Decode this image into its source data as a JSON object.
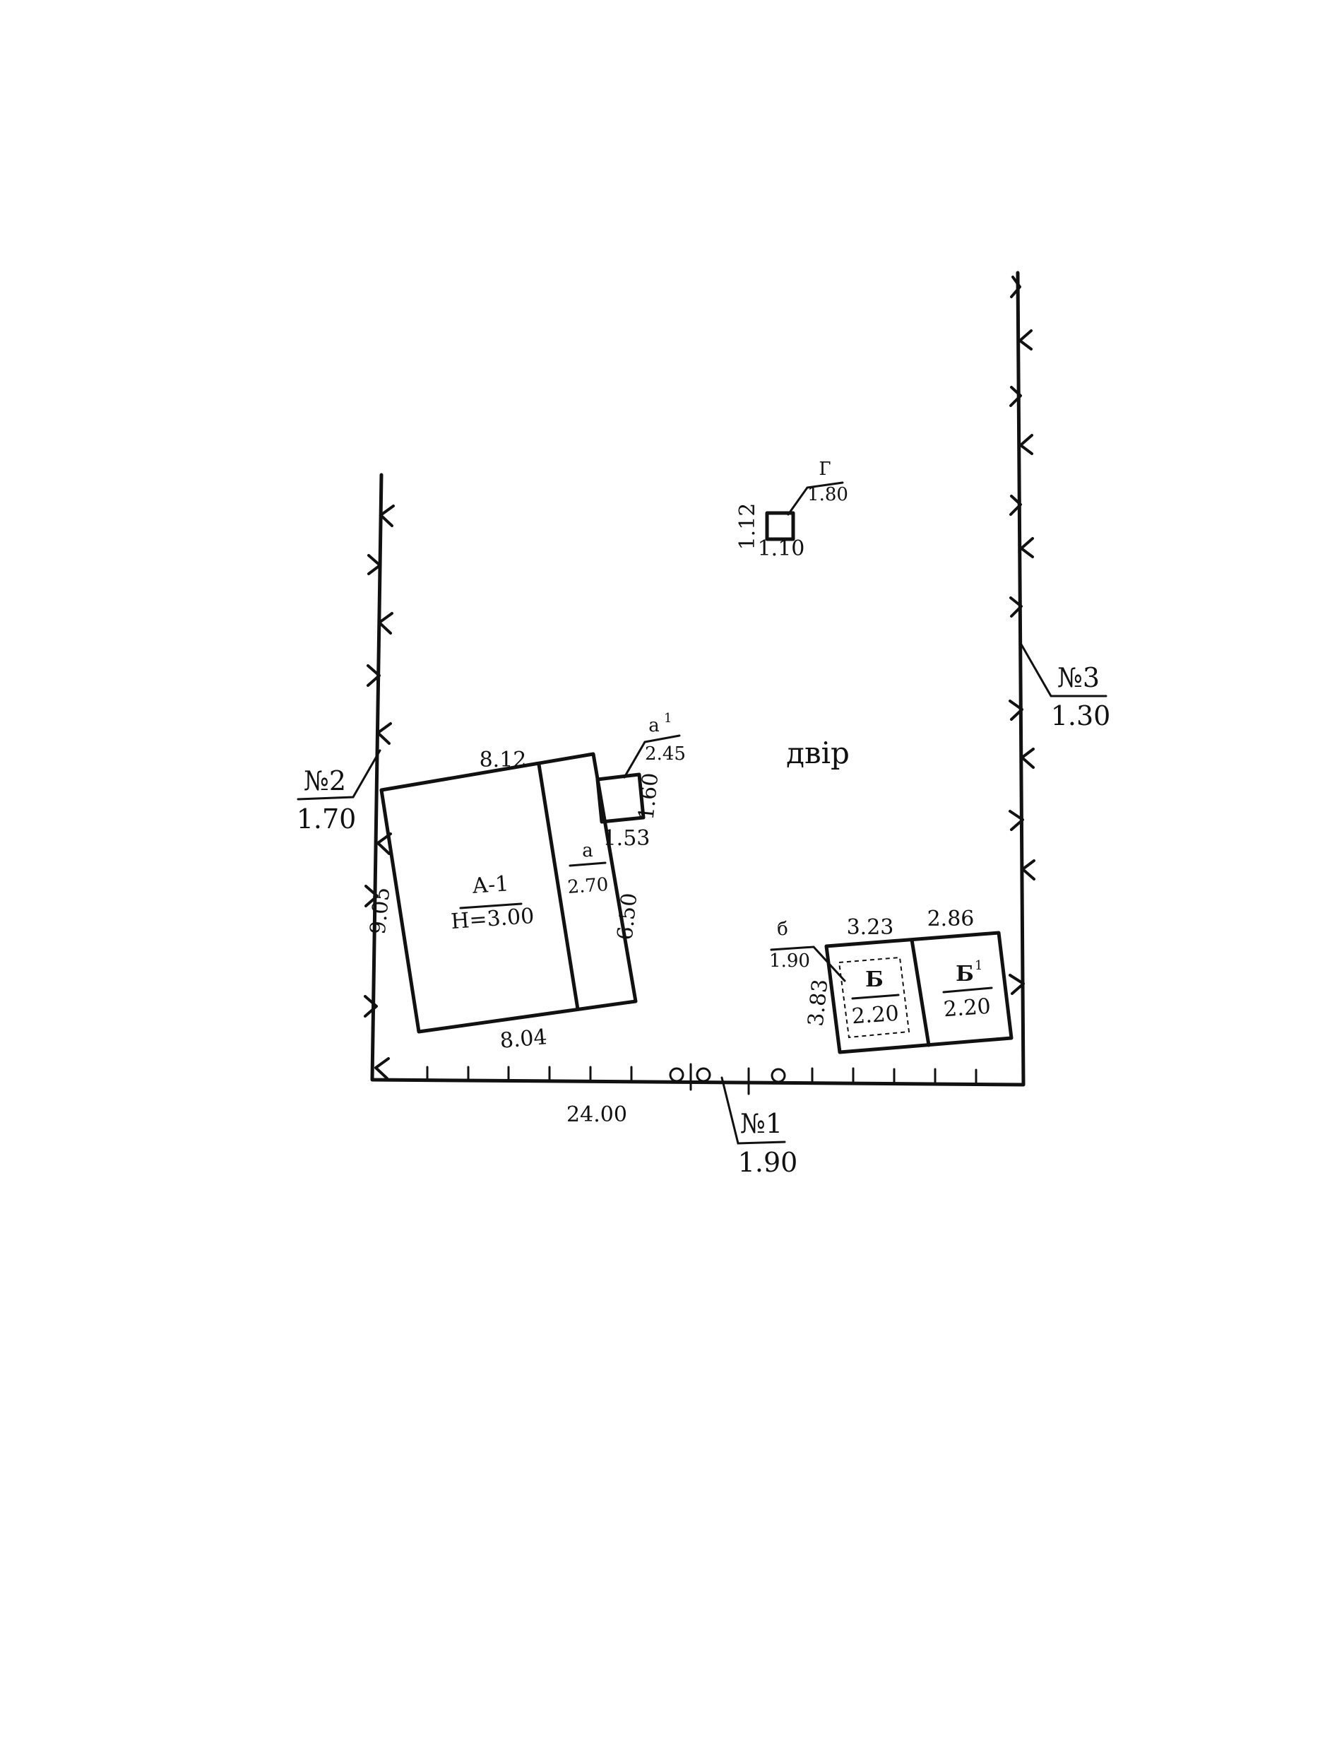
{
  "yard_label": "двір",
  "points": {
    "p1": {
      "no": "№1",
      "value": "1.90"
    },
    "p2": {
      "no": "№2",
      "value": "1.70"
    },
    "p3": {
      "no": "№3",
      "value": "1.30"
    }
  },
  "boundary": {
    "bottom_length": "24.00"
  },
  "building_a": {
    "name": "А-1",
    "height": "Н=3.00",
    "top_length": "8.12",
    "bottom_length": "8.04",
    "left_length": "9.05",
    "right_length": "6.50",
    "extension_letter": "а",
    "extension_height": "2.70"
  },
  "porch_a1": {
    "letter": "а",
    "sup": "1",
    "height": "2.45",
    "width": "1.53",
    "depth": "1.60"
  },
  "structure_g": {
    "letter": "Г",
    "height": "1.80",
    "width": "1.10",
    "depth": "1.12"
  },
  "building_b": {
    "letter": "Б",
    "height": "2.20",
    "width": "3.23",
    "depth": "3.83",
    "leader_letter": "б",
    "leader_height": "1.90"
  },
  "building_b1": {
    "letter": "Б",
    "sup": "1",
    "height": "2.20",
    "width": "2.86"
  }
}
